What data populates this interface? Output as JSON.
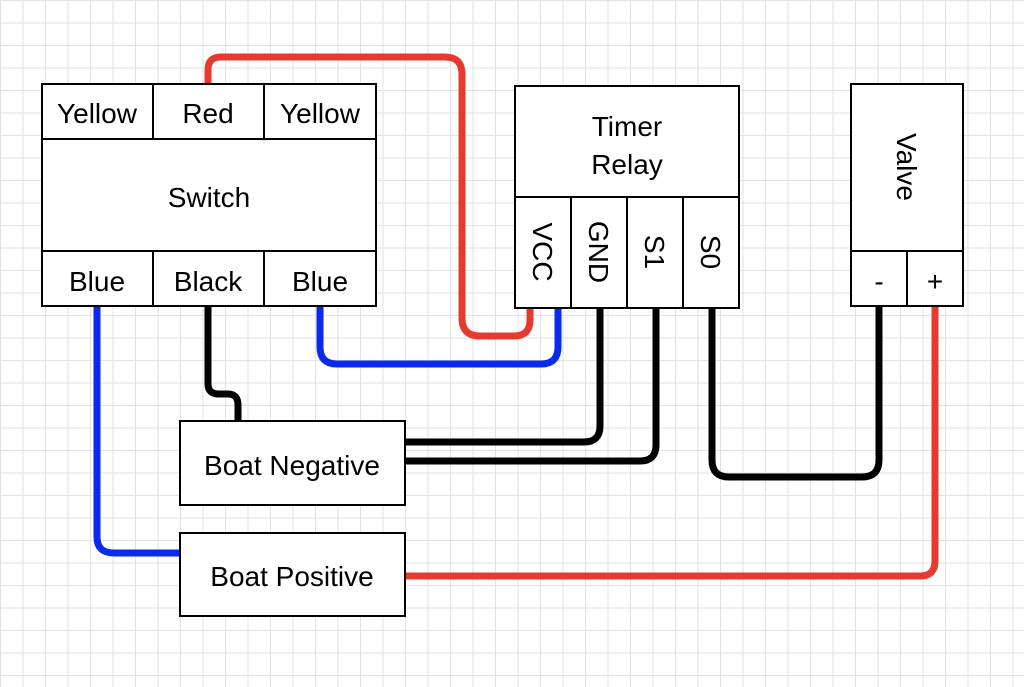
{
  "colors": {
    "red": "#e8392e",
    "blue": "#0a2bef",
    "black": "#000000",
    "grid": "#e2e2e2"
  },
  "switch": {
    "top_terminals": [
      "Yellow",
      "Red",
      "Yellow"
    ],
    "title": "Switch",
    "bottom_terminals": [
      "Blue",
      "Black",
      "Blue"
    ]
  },
  "timer_relay": {
    "title_line1": "Timer",
    "title_line2": "Relay",
    "pins": [
      "VCC",
      "GND",
      "S1",
      "S0"
    ]
  },
  "valve": {
    "title": "Valve",
    "pins": [
      "-",
      "+"
    ]
  },
  "boat_negative": {
    "label": "Boat Negative"
  },
  "boat_positive": {
    "label": "Boat Positive"
  }
}
